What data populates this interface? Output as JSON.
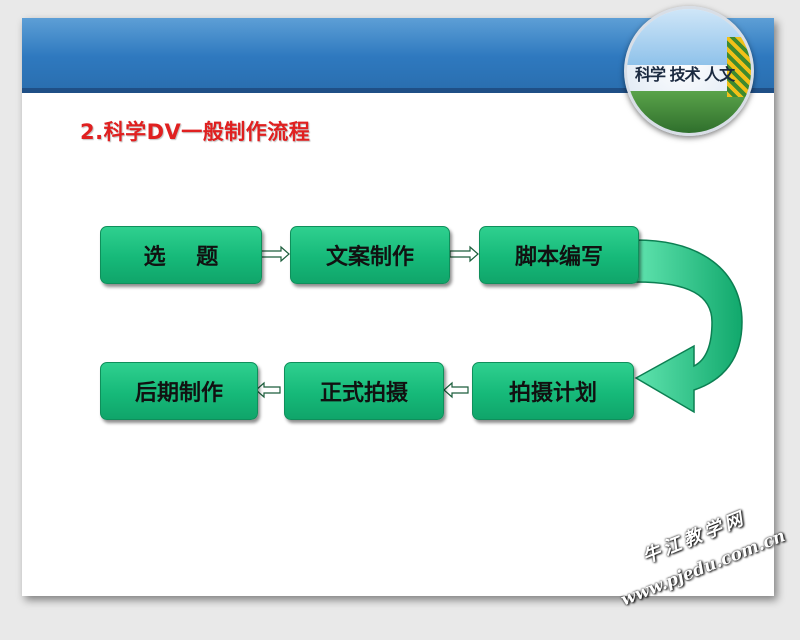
{
  "slide": {
    "title": "2.科学DV一般制作流程",
    "logo_text": "科学 技术 人文",
    "watermark_cn": "牛江教学网",
    "watermark_url": "www.pjedu.com.cn"
  },
  "flow": {
    "row1": [
      "选    题",
      "文案制作",
      "脚本编写"
    ],
    "row2": [
      "后期制作",
      "正式拍摄",
      "拍摄计划"
    ]
  },
  "colors": {
    "box_fill": "#16b979",
    "banner": "#2f79bf",
    "title": "#e02020",
    "turn_arrow": "#1fc98a"
  }
}
